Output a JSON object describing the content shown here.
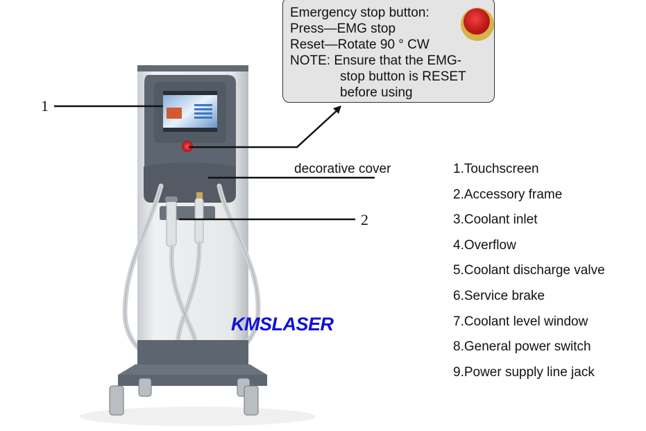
{
  "callouts": {
    "touchscreen_number": "1",
    "accessory_frame_number": "2",
    "decorative_cover": "decorative cover"
  },
  "emergency_note": {
    "lines": [
      "Emergency stop button:",
      "Press—EMG stop",
      "Reset—Rotate 90 °  CW",
      "NOTE: Ensure that the EMG-",
      "stop button is RESET",
      "before using"
    ]
  },
  "brand": "KMSLASER",
  "parts_list": [
    "1.Touchscreen",
    "2.Accessory frame",
    "3.Coolant inlet",
    "4.Overflow",
    "5.Coolant discharge valve",
    "6.Service brake",
    "7.Coolant level window",
    "8.General power switch",
    "9.Power supply line jack"
  ],
  "colors": {
    "body_dark": "#5d6570",
    "body_light": "#e4e6e8",
    "emergency_red": "#d42020",
    "brand_blue": "#1010d8"
  }
}
